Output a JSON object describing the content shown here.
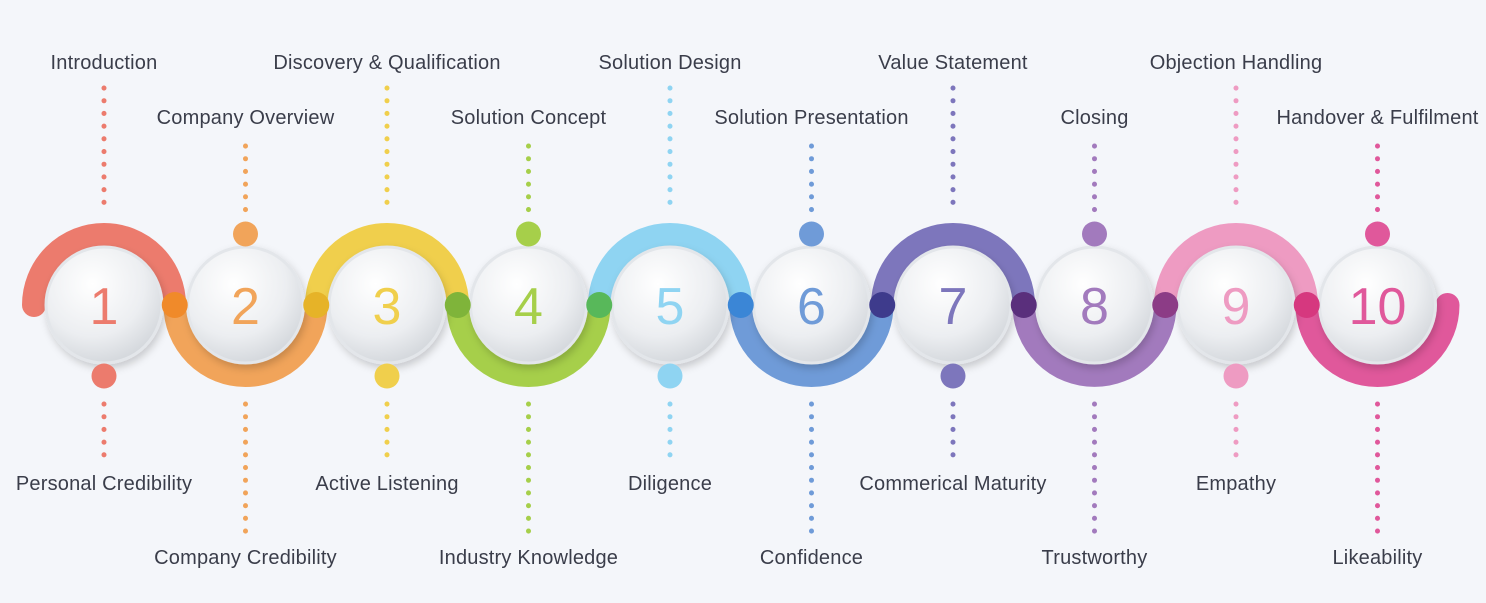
{
  "steps": [
    {
      "number": "1",
      "top_label": "Introduction",
      "bottom_label": "Personal Credibility",
      "color": "#ec7b6d",
      "dot_color": "#e55a3b"
    },
    {
      "number": "2",
      "top_label": "Company Overview",
      "bottom_label": "Company Credibility",
      "color": "#f1a45a",
      "dot_color": "#f08a2a"
    },
    {
      "number": "3",
      "top_label": "Discovery & Qualification",
      "bottom_label": "Active Listening",
      "color": "#f0cf4c",
      "dot_color": "#e6b328"
    },
    {
      "number": "4",
      "top_label": "Solution Concept",
      "bottom_label": "Industry Knowledge",
      "color": "#a6cf4a",
      "dot_color": "#7fb43a"
    },
    {
      "number": "5",
      "top_label": "Solution Design",
      "bottom_label": "Diligence",
      "color": "#8fd4f2",
      "dot_color": "#58b85a"
    },
    {
      "number": "6",
      "top_label": "Solution Presentation",
      "bottom_label": "Confidence",
      "color": "#6f9bd8",
      "dot_color": "#3b86d6"
    },
    {
      "number": "7",
      "top_label": "Value Statement",
      "bottom_label": "Commerical Maturity",
      "color": "#7d76bc",
      "dot_color": "#3e3b8c"
    },
    {
      "number": "8",
      "top_label": "Closing",
      "bottom_label": "Trustworthy",
      "color": "#a27abd",
      "dot_color": "#5a2f7c"
    },
    {
      "number": "9",
      "top_label": "Objection Handling",
      "bottom_label": "Empathy",
      "color": "#ee9bc2",
      "dot_color": "#8c3c86"
    },
    {
      "number": "10",
      "top_label": "Handover & Fulfilment",
      "bottom_label": "Likeability",
      "color": "#e0589b",
      "dot_color": "#d6387f"
    }
  ]
}
